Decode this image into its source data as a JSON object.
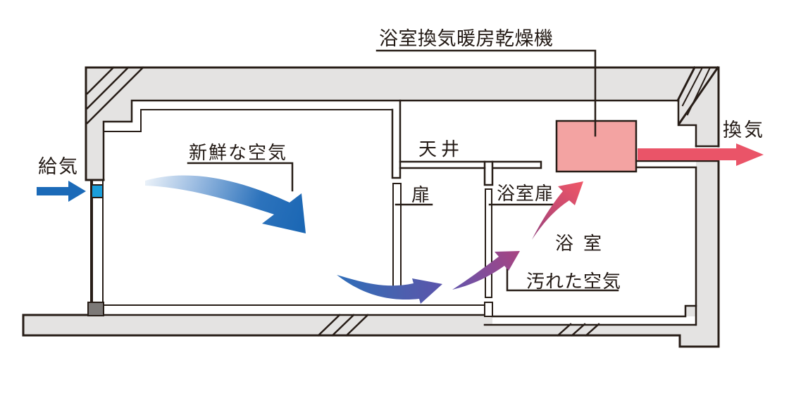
{
  "diagram": {
    "title_label": "浴室換気暖房乾燥機",
    "labels": {
      "exhaust": "換気",
      "supply": "給気",
      "fresh_air": "新鮮な空気",
      "ceiling": "天井",
      "door": "扉",
      "bathroom_door": "浴室扉",
      "bathroom": "浴室",
      "dirty_air": "汚れた空気"
    },
    "colors": {
      "line": "#271d17",
      "wall_gray": "#e4e3e2",
      "sill_gray": "#7c7977",
      "supply_arrow_blue": "#1b6ab8",
      "vent_blue": "#1a9edb",
      "fresh_air_blue": "#1b67b4",
      "under_door_purple": "#5b54ab",
      "rise_purple": "#a84480",
      "dirty_air_crimson": "#c94a70",
      "exhaust_red": "#ea5468",
      "unit_pink": "#f3a3a2"
    }
  }
}
